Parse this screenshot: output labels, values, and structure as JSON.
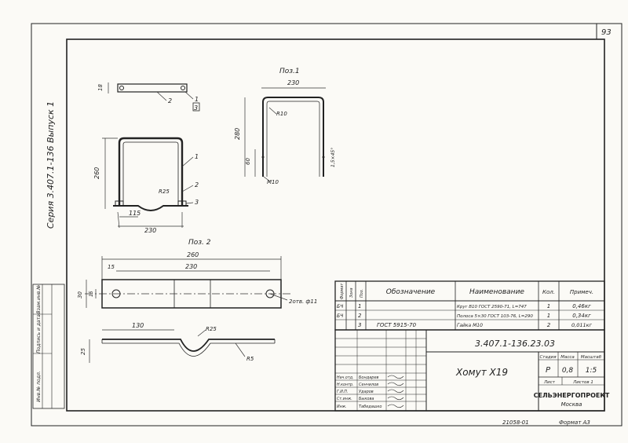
{
  "sheet": {
    "page_number": "93",
    "series_vertical": "Серия 3.407.1-136 Выпуск 1",
    "format_footer": "21058-01",
    "format_label": "Формат А3"
  },
  "side_stamp": {
    "col1": "Инв.№ подл.",
    "col2": "Подпись и дата",
    "col3": "Взам.инв.№"
  },
  "assembly": {
    "dim_top_height": "18",
    "dim_height": "260",
    "dim_inner": "115",
    "dim_width": "230",
    "radius": "R25",
    "callout_1": "1",
    "callout_2": "2",
    "callout_3": "3"
  },
  "pos1": {
    "title": "Поз.1",
    "dim_width": "230",
    "dim_height": "280",
    "dim_thread": "60",
    "radius": "R10",
    "thread": "M10",
    "chamfer": "1,5×45°"
  },
  "pos2": {
    "title": "Поз. 2",
    "dim_total": "260",
    "dim_holes": "230",
    "dim_edge": "15",
    "dim_h1": "30",
    "dim_h2": "15",
    "holes_note": "2отв. ф11",
    "dim_130": "130",
    "radius_big": "R25",
    "radius_small": "R5",
    "dim_25": "25"
  },
  "spec_table": {
    "headers": {
      "format": "Формат",
      "zone": "Зона",
      "pos": "Поз.",
      "designation": "Обозначение",
      "name": "Наименование",
      "qty": "Кол.",
      "note": "Примеч."
    },
    "rows": [
      {
        "format": "БЧ",
        "pos": "1",
        "designation": "",
        "name": "Круг В10 ГОСТ 2590-71, L=747",
        "qty": "1",
        "note": "0,46кг"
      },
      {
        "format": "БЧ",
        "pos": "2",
        "designation": "",
        "name": "Полоса 5×30 ГОСТ 103-76, L=290",
        "qty": "1",
        "note": "0,34кг"
      },
      {
        "format": "",
        "pos": "3",
        "designation": "ГОСТ 5915-70",
        "name": "Гайка М10",
        "qty": "2",
        "note": "0,011кг"
      }
    ]
  },
  "title_block": {
    "code": "3.407.1-136.23.03",
    "title": "Хомут Х19",
    "stage_label": "Стадия",
    "mass_label": "Масса",
    "scale_label": "Масштаб",
    "stage": "Р",
    "mass": "0,8",
    "scale": "1:5",
    "sheet_label": "Лист",
    "sheets_label": "Листов 1",
    "org": "СЕЛЬЭНЕРГОПРОЕКТ",
    "city": "Москва",
    "staff": [
      {
        "role": "Нач.отд.",
        "name": "Бондарев"
      },
      {
        "role": "Н.контр.",
        "name": "Сенчилов"
      },
      {
        "role": "Г.И.П.",
        "name": "Ударов"
      },
      {
        "role": "Ст.инж.",
        "name": "Быкова"
      },
      {
        "role": "Инж.",
        "name": "Табедашко"
      }
    ]
  }
}
